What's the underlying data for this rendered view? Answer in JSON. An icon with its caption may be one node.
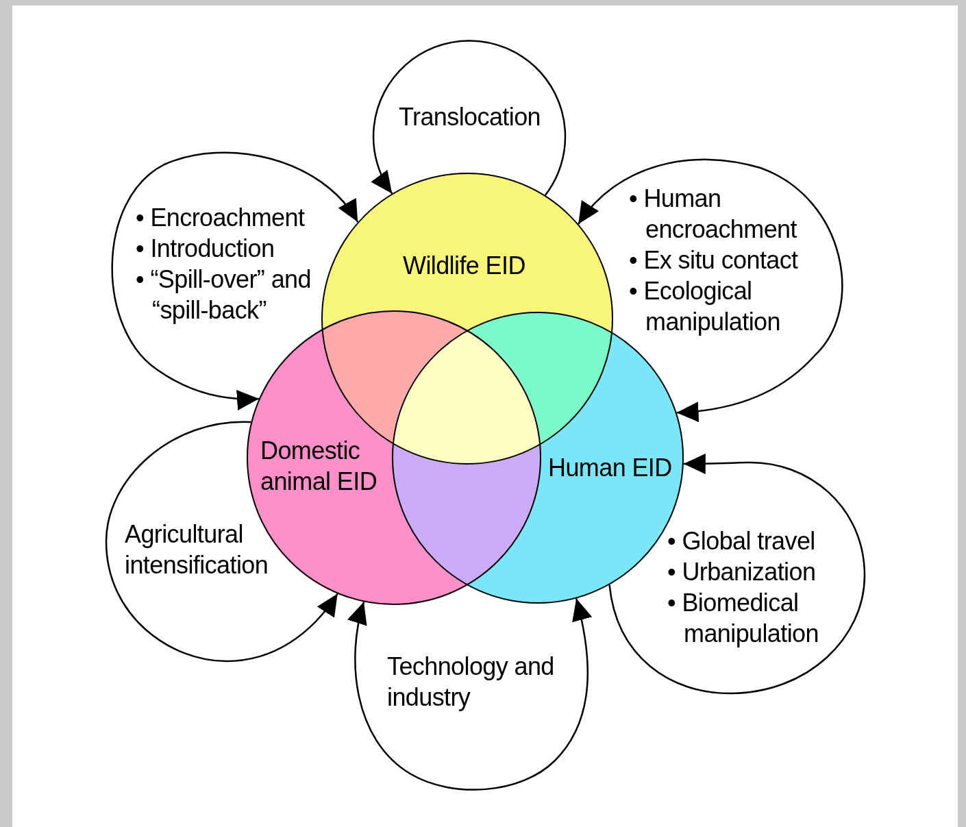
{
  "diagram": {
    "nodes": [
      {
        "text": [
          "Translocation"
        ]
      },
      {
        "text": [
          "• Encroachment",
          "• Introduction",
          "• “Spill-over” and “spill-back”"
        ]
      },
      {
        "text": [
          "• Human encroachment",
          "• Ex situ contact",
          "• Ecological manipulation"
        ]
      },
      {
        "text": [
          "Wildlife EID"
        ]
      },
      {
        "text": [
          "Domestic animal EID"
        ]
      },
      {
        "text": [
          "Human EID"
        ]
      },
      {
        "text": [
          "Agricultural intensification"
        ]
      },
      {
        "text": [
          "• Global travel",
          "• Urbanization",
          "• Biomedical manipulation"
        ]
      },
      {
        "text": [
          "Technology and industry"
        ]
      }
    ],
    "edges": [
      {
        "from": 3,
        "to": 3,
        "arrow": "to"
      },
      {
        "from": 3,
        "to": 4,
        "arrow": "both"
      },
      {
        "from": 3,
        "to": 5,
        "arrow": "both"
      },
      {
        "from": 5,
        "to": 5,
        "arrow": "to"
      },
      {
        "from": 4,
        "to": 4,
        "arrow": "to"
      },
      {
        "from": 4,
        "to": 5,
        "arrow": "both"
      }
    ]
  }
}
